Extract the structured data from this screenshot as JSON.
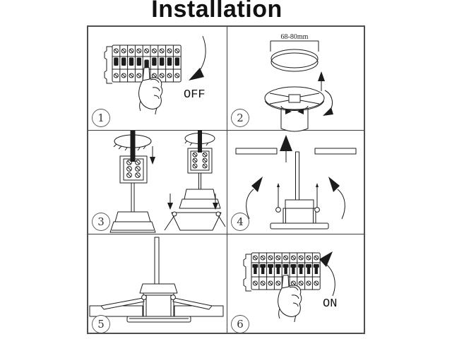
{
  "title": "Installation",
  "colors": {
    "line": "#1c1c1c",
    "hole_fill": "#c9c9c9",
    "grid": "#4f4f4f",
    "background": "#ffffff"
  },
  "steps": [
    {
      "number": "1",
      "caption": "OFF",
      "illustration": "circuit-breaker-switch-off"
    },
    {
      "number": "2",
      "dimension": "68-80mm",
      "illustration": "cut-ceiling-hole-and-fixture"
    },
    {
      "number": "3",
      "illustration": "connect-terminal-block-wiring"
    },
    {
      "number": "4",
      "illustration": "fold-spring-clips-insert-into-ceiling"
    },
    {
      "number": "5",
      "illustration": "downlight-installed-flush"
    },
    {
      "number": "6",
      "caption": "ON",
      "illustration": "circuit-breaker-switch-on"
    }
  ]
}
